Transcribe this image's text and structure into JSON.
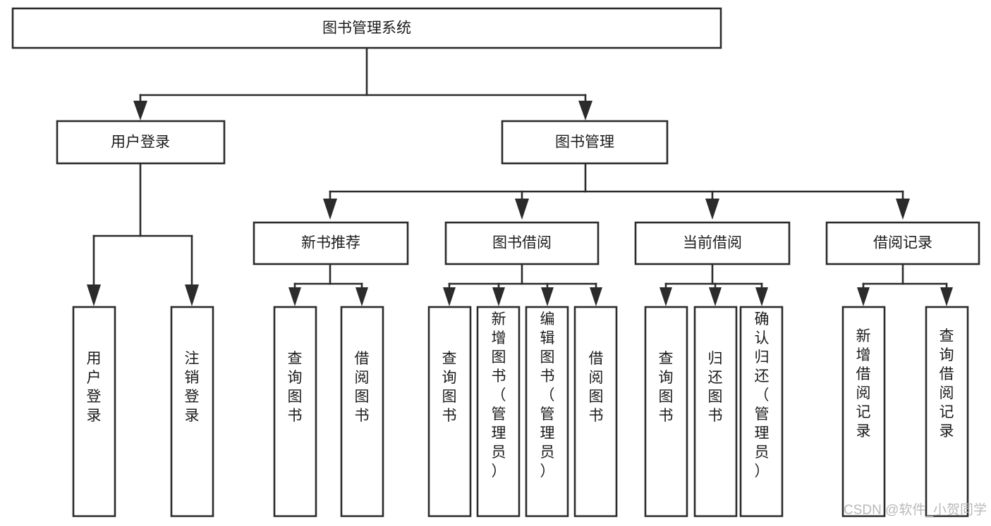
{
  "diagram": {
    "title": "图书管理系统",
    "type": "hierarchy-tree",
    "background_color": "#ffffff",
    "line_color": "#2b2b2b",
    "text_color": "#1b1b1b",
    "root": {
      "label": "图书管理系统"
    },
    "level2": [
      {
        "label": "用户登录"
      },
      {
        "label": "图书管理"
      }
    ],
    "level3": [
      {
        "label": "新书推荐"
      },
      {
        "label": "图书借阅"
      },
      {
        "label": "当前借阅"
      },
      {
        "label": "借阅记录"
      }
    ],
    "leaves_user_login": [
      {
        "label": "用户登录"
      },
      {
        "label": "注销登录"
      }
    ],
    "leaves_new_books": [
      {
        "label": "查询图书"
      },
      {
        "label": "借阅图书"
      }
    ],
    "leaves_borrow": [
      {
        "label": "查询图书"
      },
      {
        "label": "新增图书（管理员）"
      },
      {
        "label": "编辑图书（管理员）"
      },
      {
        "label": "借阅图书"
      }
    ],
    "leaves_current": [
      {
        "label": "查询图书"
      },
      {
        "label": "归还图书"
      },
      {
        "label": "确认归还（管理员）"
      }
    ],
    "leaves_records": [
      {
        "label": "新增借阅记录"
      },
      {
        "label": "查询借阅记录"
      }
    ]
  },
  "watermark": {
    "text": "CSDN @软件_小贺同学"
  }
}
